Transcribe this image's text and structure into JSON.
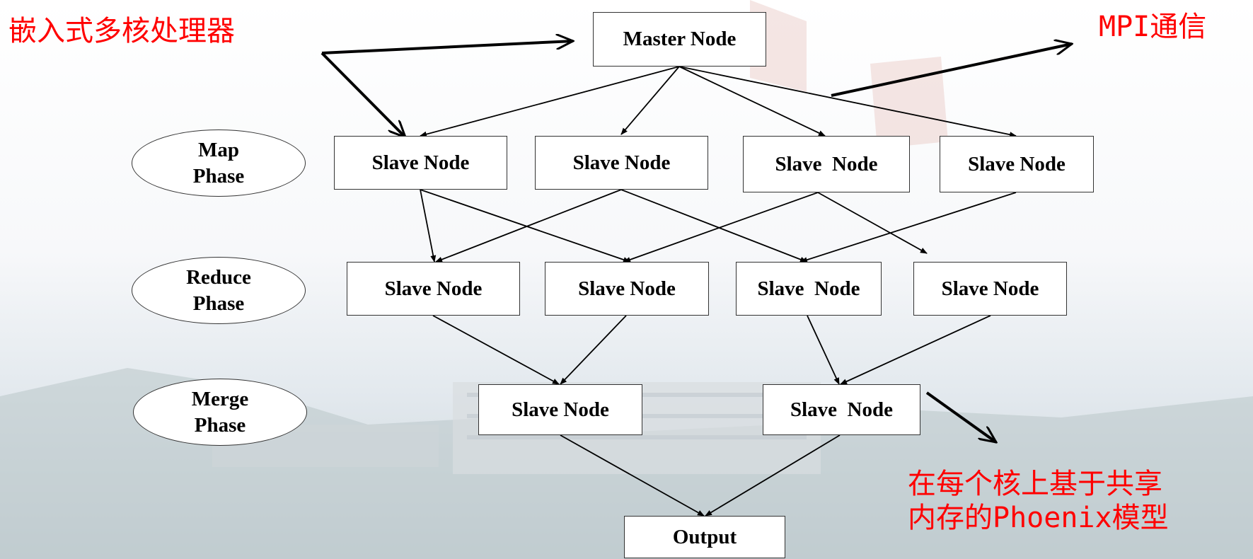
{
  "diagram": {
    "annotations": {
      "processor": "嵌入式多核处理器",
      "mpi": "MPI通信",
      "phoenix_line1": "在每个核上基于共享",
      "phoenix_line2": "内存的Phoenix模型"
    },
    "phases": {
      "map": {
        "line1": "Map",
        "line2": "Phase"
      },
      "reduce": {
        "line1": "Reduce",
        "line2": "Phase"
      },
      "merge": {
        "line1": "Merge",
        "line2": "Phase"
      }
    },
    "nodes": {
      "master": "Master Node",
      "map_1": "Slave Node",
      "map_2": "Slave Node",
      "map_3": "Slave  Node",
      "map_4": "Slave Node",
      "reduce_1": "Slave Node",
      "reduce_2": "Slave Node",
      "reduce_3": "Slave  Node",
      "reduce_4": "Slave Node",
      "merge_1": "Slave Node",
      "merge_2": "Slave  Node",
      "output": "Output"
    },
    "colors": {
      "annotation": "#ff0000",
      "arrow": "#000000",
      "box_border": "#333333"
    }
  }
}
